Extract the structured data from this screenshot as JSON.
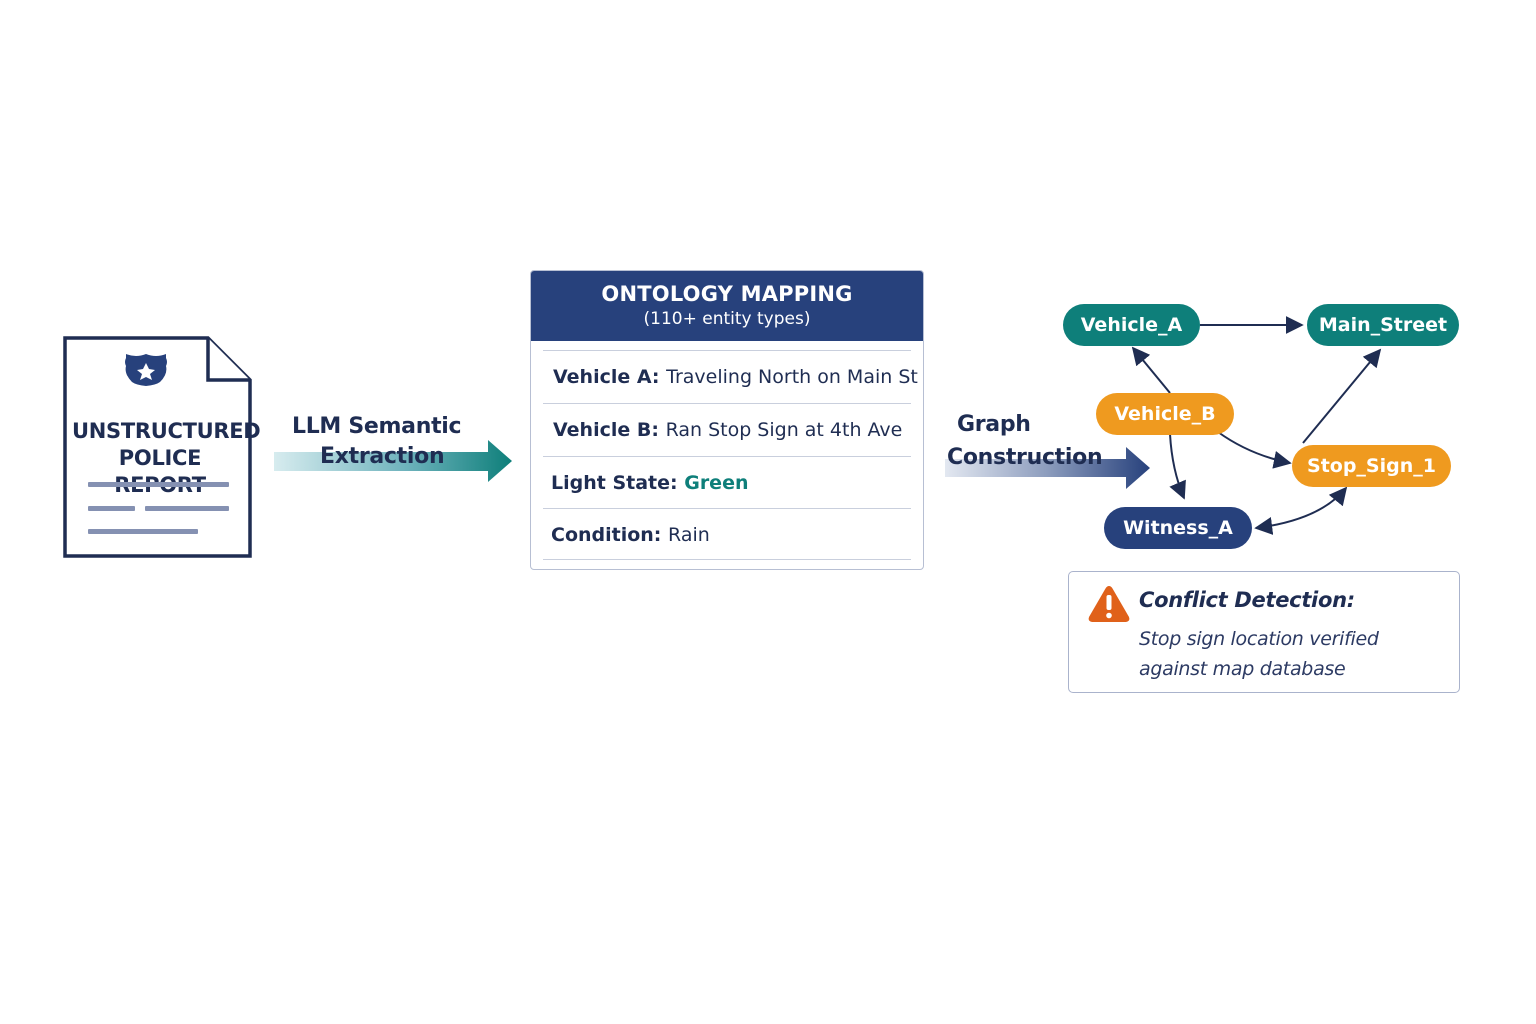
{
  "document": {
    "label_line1": "UNSTRUCTURED",
    "label_line2": "POLICE REPORT",
    "icon": "police-badge-icon"
  },
  "extraction_arrow": {
    "label_line1": "LLM Semantic",
    "label_line2": "Extraction"
  },
  "ontology": {
    "title": "ONTOLOGY MAPPING",
    "subtitle": "(110+ entity types)",
    "rows": [
      {
        "label": "Vehicle A:",
        "value": "Traveling North on Main St"
      },
      {
        "label": "Vehicle B:",
        "value": "Ran Stop Sign at 4th Ave"
      },
      {
        "label": "Light State:",
        "value": "Green"
      },
      {
        "label": "Condition:",
        "value": "Rain"
      }
    ]
  },
  "graph_arrow": {
    "label_line1": "Graph",
    "label_line2": "Construction"
  },
  "graph": {
    "nodes": [
      {
        "id": "vehicle_a",
        "label": "Vehicle_A"
      },
      {
        "id": "main_street",
        "label": "Main_Street"
      },
      {
        "id": "vehicle_b",
        "label": "Vehicle_B"
      },
      {
        "id": "stop_sign_1",
        "label": "Stop_Sign_1"
      },
      {
        "id": "witness_a",
        "label": "Witness_A"
      }
    ]
  },
  "conflict": {
    "title": "Conflict Detection:",
    "text_line1": "Stop sign location verified",
    "text_line2": "against map database",
    "icon": "warning-icon"
  },
  "colors": {
    "navy": "#27417c",
    "teal": "#0e7f7a",
    "orange": "#ef9a1f",
    "warning": "#e0611a"
  }
}
